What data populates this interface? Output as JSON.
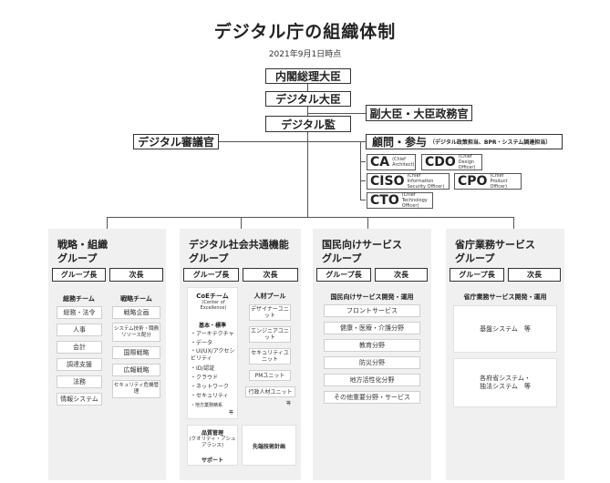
{
  "title": "デジタル庁の組織体制",
  "date": "2021年9月1日時点",
  "top": {
    "cabinet": "内閣総理大臣",
    "minister": "デジタル大臣",
    "vice": "副大臣・大臣政務官",
    "supervisor": "デジタル監",
    "councilor": "デジタル審議官",
    "advisor": "顧問・参与",
    "advisor_note": "（デジタル政策担当、BPR・システム調達担当）"
  },
  "clevels": [
    {
      "abbr": "CA",
      "desc": "(Chief Architect)"
    },
    {
      "abbr": "CDO",
      "desc": "(Chief Design Officer)"
    },
    {
      "abbr": "CISO",
      "desc": "(Chief Information Security Officer)"
    },
    {
      "abbr": "CPO",
      "desc": "(Chief Product Officer)"
    },
    {
      "abbr": "CTO",
      "desc": "(Chief Technology Officer)"
    }
  ],
  "groups": {
    "g1": {
      "name1": "戦略・組織",
      "name2": "グループ",
      "head": "グループ長",
      "vice": "次長",
      "team1": "総務チーム",
      "team1_items": [
        "総務・法令",
        "人事",
        "会計",
        "調達支援",
        "法務",
        "情報システム"
      ],
      "team2": "戦略チーム",
      "team2_items": [
        "戦略企画",
        "システム技術・職務リソース配分",
        "国際戦略",
        "広報戦略",
        "セキュリティ危機管理"
      ]
    },
    "g2": {
      "name1": "デジタル社会共通機能",
      "name2": "グループ",
      "head": "グループ長",
      "vice": "次長",
      "coe_title": "CoEチーム",
      "coe_sub": "(Center of Excellence)",
      "basic": "基本・標準",
      "basic_items": [
        "・アーキテクチャ",
        "・データ",
        "・UI/UX/アクセシビリティ",
        "・ID/認証",
        "・クラウド",
        "・ネットワーク",
        "・セキュリティ",
        "・地方業務精系"
      ],
      "etc": "等",
      "quality1": "品質管理",
      "quality2": "(クオリティ・アシュアランス)",
      "quality3": "サポート",
      "hr_title": "人材プール",
      "hr_items": [
        "デザイナーユニット",
        "エンジニアユニット",
        "セキュリティユニット",
        "PMユニット",
        "行政人材ユニット"
      ],
      "advanced": "先端技術計画"
    },
    "g3": {
      "name1": "国民向けサービス",
      "name2": "グループ",
      "head": "グループ長",
      "vice": "次長",
      "section": "国民向けサービス開発・運用",
      "items": [
        "フロントサービス",
        "健康・医療・介護分野",
        "教育分野",
        "防災分野",
        "地方活性化分野",
        "その他重要分野・サービス"
      ]
    },
    "g4": {
      "name1": "省庁業務サービス",
      "name2": "グループ",
      "head": "グループ長",
      "vice": "次長",
      "section": "省庁業務サービス開発・運用",
      "item1": "基盤システム　等",
      "item2a": "各府省システム・",
      "item2b": "独法システム　等"
    }
  }
}
